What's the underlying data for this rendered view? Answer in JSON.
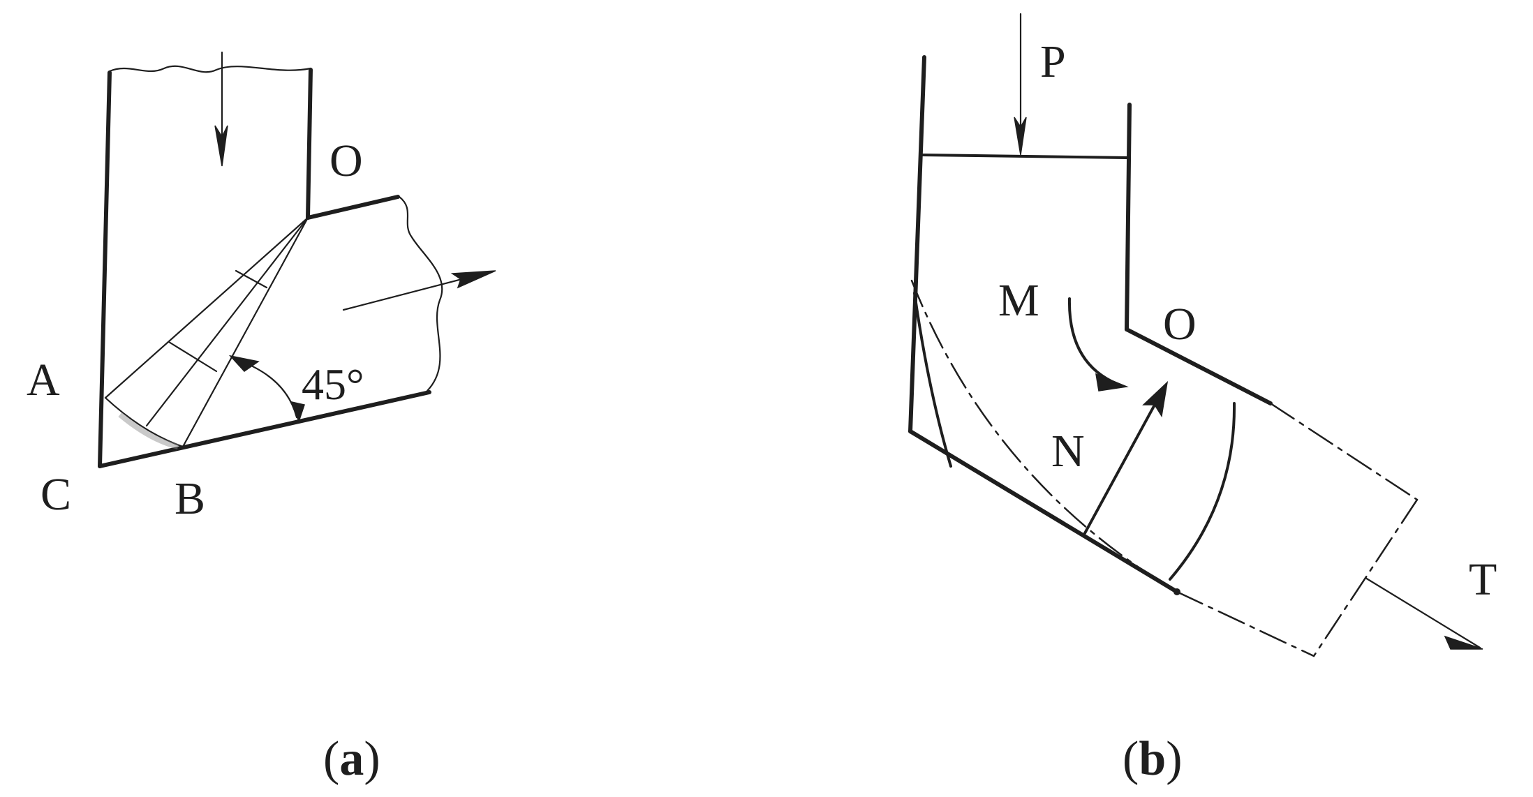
{
  "panel_a": {
    "caption_open": "(",
    "caption_letter": "a",
    "caption_close": ")",
    "labels": {
      "O": "O",
      "A": "A",
      "B": "B",
      "C": "C",
      "angle": "45°"
    }
  },
  "panel_b": {
    "caption_open": "(",
    "caption_letter": "b",
    "caption_close": ")",
    "labels": {
      "P": "P",
      "M": "M",
      "O": "O",
      "N": "N",
      "T": "T"
    }
  }
}
